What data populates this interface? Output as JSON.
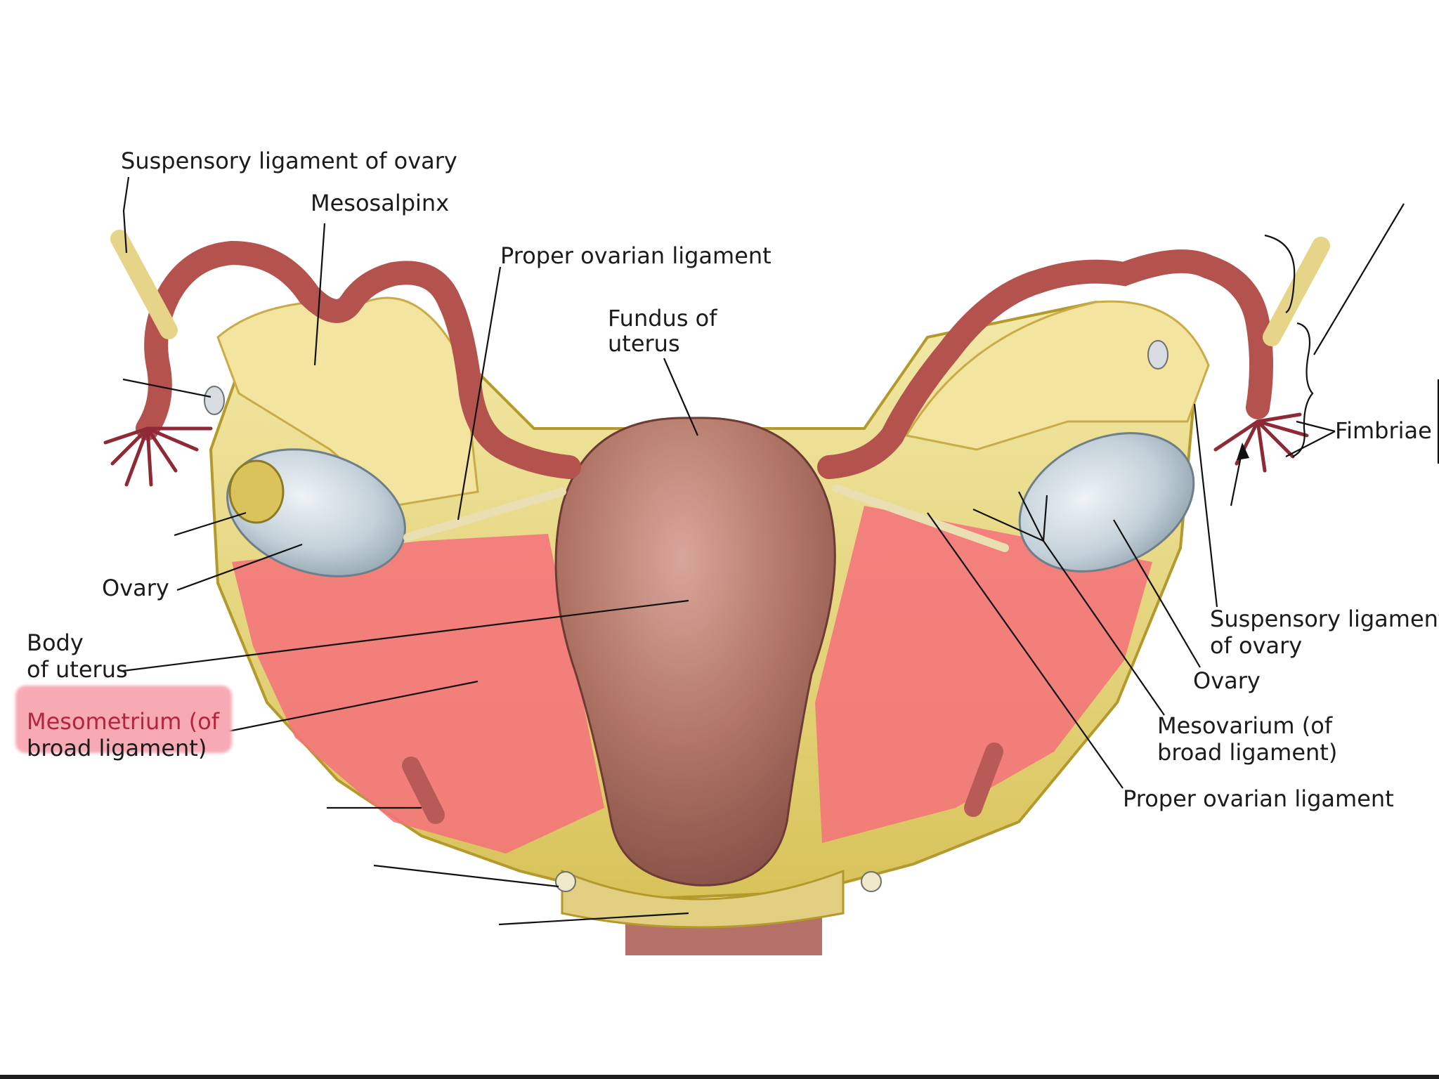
{
  "labels": {
    "suspensory_top_left": "Suspensory ligament of ovary",
    "mesosalpinx": "Mesosalpinx",
    "proper_ovarian_top": "Proper ovarian ligament",
    "fundus_line1": "Fundus of",
    "fundus_line2": "uterus",
    "fimbriae": "Fimbriae",
    "ovary_left": "Ovary",
    "body_line1": "Body",
    "body_line2": "of uterus",
    "mesometrium_line1": "Mesometrium (of",
    "mesometrium_line2": "broad ligament)",
    "suspensory_right_line1": "Suspensory ligament",
    "suspensory_right_line2": "of ovary",
    "ovary_right": "Ovary",
    "mesovarium_line1": "Mesovarium (of",
    "mesovarium_line2": "broad ligament)",
    "proper_ovarian_right": "Proper ovarian ligament"
  },
  "colors": {
    "highlight": "#f7a9b4",
    "mesometrium_overlay": "#f4737a",
    "uterus": "#b97a6a",
    "tube": "#b4534e",
    "ligament": "#e9d77a",
    "ovary": "#c7d3dc"
  }
}
